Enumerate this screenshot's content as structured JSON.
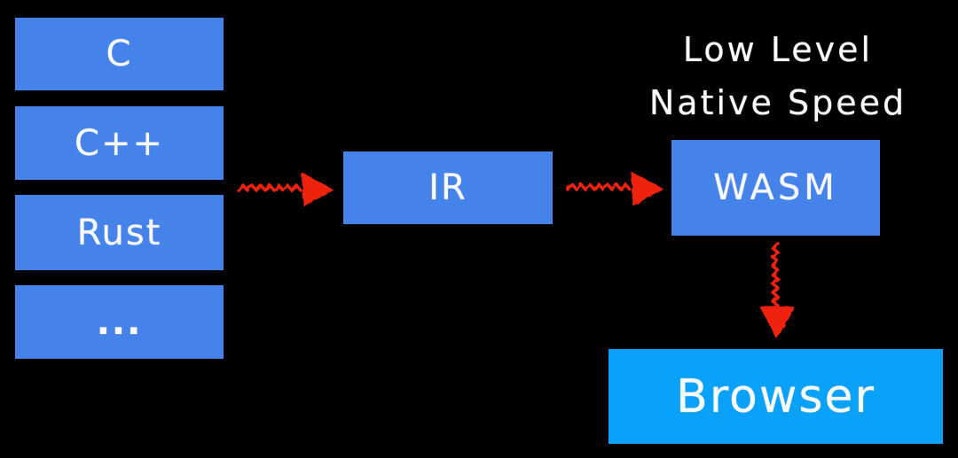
{
  "canvas": {
    "background": "#000000"
  },
  "colors": {
    "canvas_bg": "#000000",
    "node_fill": "#4583eb",
    "browser_fill": "#0aa1fa",
    "arrow": "#ee2109",
    "text": "#fafafa"
  },
  "nodes": {
    "languages": [
      {
        "label": "C"
      },
      {
        "label": "C++"
      },
      {
        "label": "Rust"
      },
      {
        "label": "..."
      }
    ],
    "ir": {
      "label": "IR"
    },
    "wasm": {
      "label": "WASM"
    },
    "browser": {
      "label": "Browser"
    }
  },
  "annotations": {
    "wasm_note_line1": "Low Level",
    "wasm_note_line2": "Native Speed"
  },
  "arrows": [
    {
      "name": "languages-to-ir",
      "direction": "right"
    },
    {
      "name": "ir-to-wasm",
      "direction": "right"
    },
    {
      "name": "wasm-to-browser",
      "direction": "down"
    }
  ]
}
